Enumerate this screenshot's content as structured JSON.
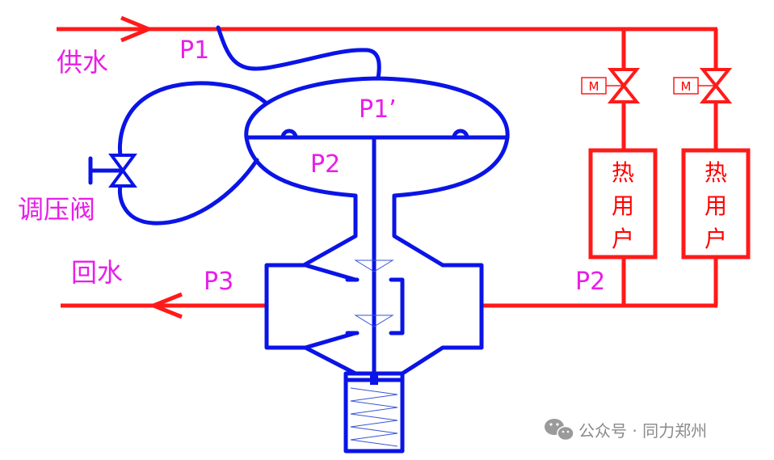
{
  "labels": {
    "supply_water": "供水",
    "return_water": "回水",
    "regulating_valve": "调压阀",
    "p1": "P1",
    "p1_prime": "P1’",
    "p2_upper": "P2",
    "p2_lower": "P2",
    "p3": "P3",
    "motor_1": "M",
    "motor_2": "M"
  },
  "heat_users": [
    {
      "chars": [
        "热",
        "用",
        "户"
      ]
    },
    {
      "chars": [
        "热",
        "用",
        "户"
      ]
    }
  ],
  "watermark": {
    "text": "公众号 · 同力郑州",
    "icon": "wechat-icon"
  },
  "colors": {
    "pipe_red": "#ff1a1a",
    "valve_blue": "#0a14e6",
    "label_magenta": "#e81ee8",
    "watermark_gray": "#8a8a8a"
  }
}
